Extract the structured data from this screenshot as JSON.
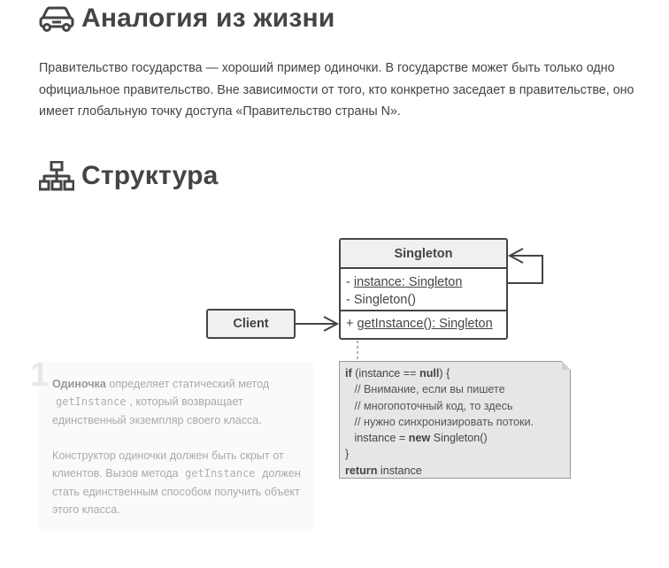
{
  "analogy": {
    "title": "Аналогия из жизни",
    "icon": "car-icon",
    "paragraph": "Правительство государства — хороший пример одиночки. В государстве может быть только одно официальное правительство. Вне зависимости от того, кто конкретно заседает в правительстве, оно имеет глобальную точку доступа «Правительство страны N»."
  },
  "structure": {
    "title": "Структура",
    "icon": "sitemap-icon"
  },
  "diagram": {
    "client_label": "Client",
    "singleton_title": "Singleton",
    "fields": [
      "instance: Singleton",
      "Singleton()"
    ],
    "field_prefix": "- ",
    "method_prefix": "+ ",
    "method": "getInstance(): Singleton",
    "code": {
      "l1_kw": "if",
      "l1_a": " (instance == ",
      "l1_null": "null",
      "l1_b": ") {",
      "c1": "   // Внимание, если вы пишете",
      "c2": "   // многопоточный код, то здесь",
      "c3": "   // нужно синхронизировать потоки.",
      "l5_a": "   instance = ",
      "l5_kw": "new",
      "l5_b": " Singleton()",
      "l6": "}",
      "l7_kw": "return",
      "l7_b": " instance"
    }
  },
  "callout": {
    "number": "1",
    "bold": "Одиночка",
    "t1": " определяет статический метод",
    "code1": "getInstance",
    "t2": ", который возвращает единственный экземпляр своего класса.",
    "t3": "Конструктор одиночки должен быть скрыт от клиентов. Вызов метода",
    "code2": "getInstance",
    "t4": "должен стать единственным способом получить объект этого класса."
  }
}
